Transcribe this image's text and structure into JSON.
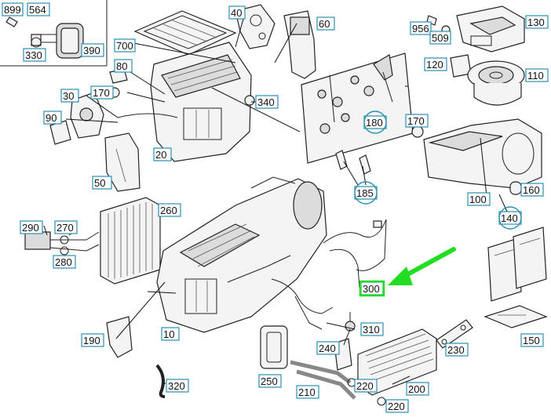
{
  "callouts": {
    "c899": "899",
    "c564": "564",
    "c390": "390",
    "c330": "330",
    "c700": "700",
    "c40": "40",
    "c60": "60",
    "c956": "956",
    "c509": "509",
    "c130": "130",
    "c80": "80",
    "c170a": "170",
    "c30": "30",
    "c340": "340",
    "c120": "120",
    "c110": "110",
    "c90": "90",
    "c180": "180",
    "c170b": "170",
    "c20": "20",
    "c50": "50",
    "c185": "185",
    "c100": "100",
    "c160": "160",
    "c140": "140",
    "c260": "260",
    "c290": "290",
    "c270": "270",
    "c280": "280",
    "c300": "300",
    "c190": "190",
    "c10": "10",
    "c310": "310",
    "c240": "240",
    "c230": "230",
    "c150": "150",
    "c250": "250",
    "c210": "210",
    "c220a": "220",
    "c200": "200",
    "c320": "320",
    "c220b": "220"
  },
  "highlight_color": "#22dd22",
  "callout_border_color": "#2a8fb0"
}
